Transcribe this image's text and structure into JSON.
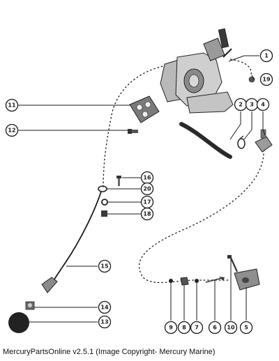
{
  "callouts": [
    {
      "label": "1"
    },
    {
      "label": "2"
    },
    {
      "label": "3"
    },
    {
      "label": "4"
    },
    {
      "label": "5"
    },
    {
      "label": "6"
    },
    {
      "label": "7"
    },
    {
      "label": "8"
    },
    {
      "label": "9"
    },
    {
      "label": "10"
    },
    {
      "label": "11"
    },
    {
      "label": "12"
    },
    {
      "label": "13"
    },
    {
      "label": "14"
    },
    {
      "label": "15"
    },
    {
      "label": "16"
    },
    {
      "label": "17"
    },
    {
      "label": "18"
    },
    {
      "label": "19"
    },
    {
      "label": "20"
    }
  ],
  "caption": "MercuryPartsOnline v2.5.1 (Image Copyright- Mercury Marine)"
}
